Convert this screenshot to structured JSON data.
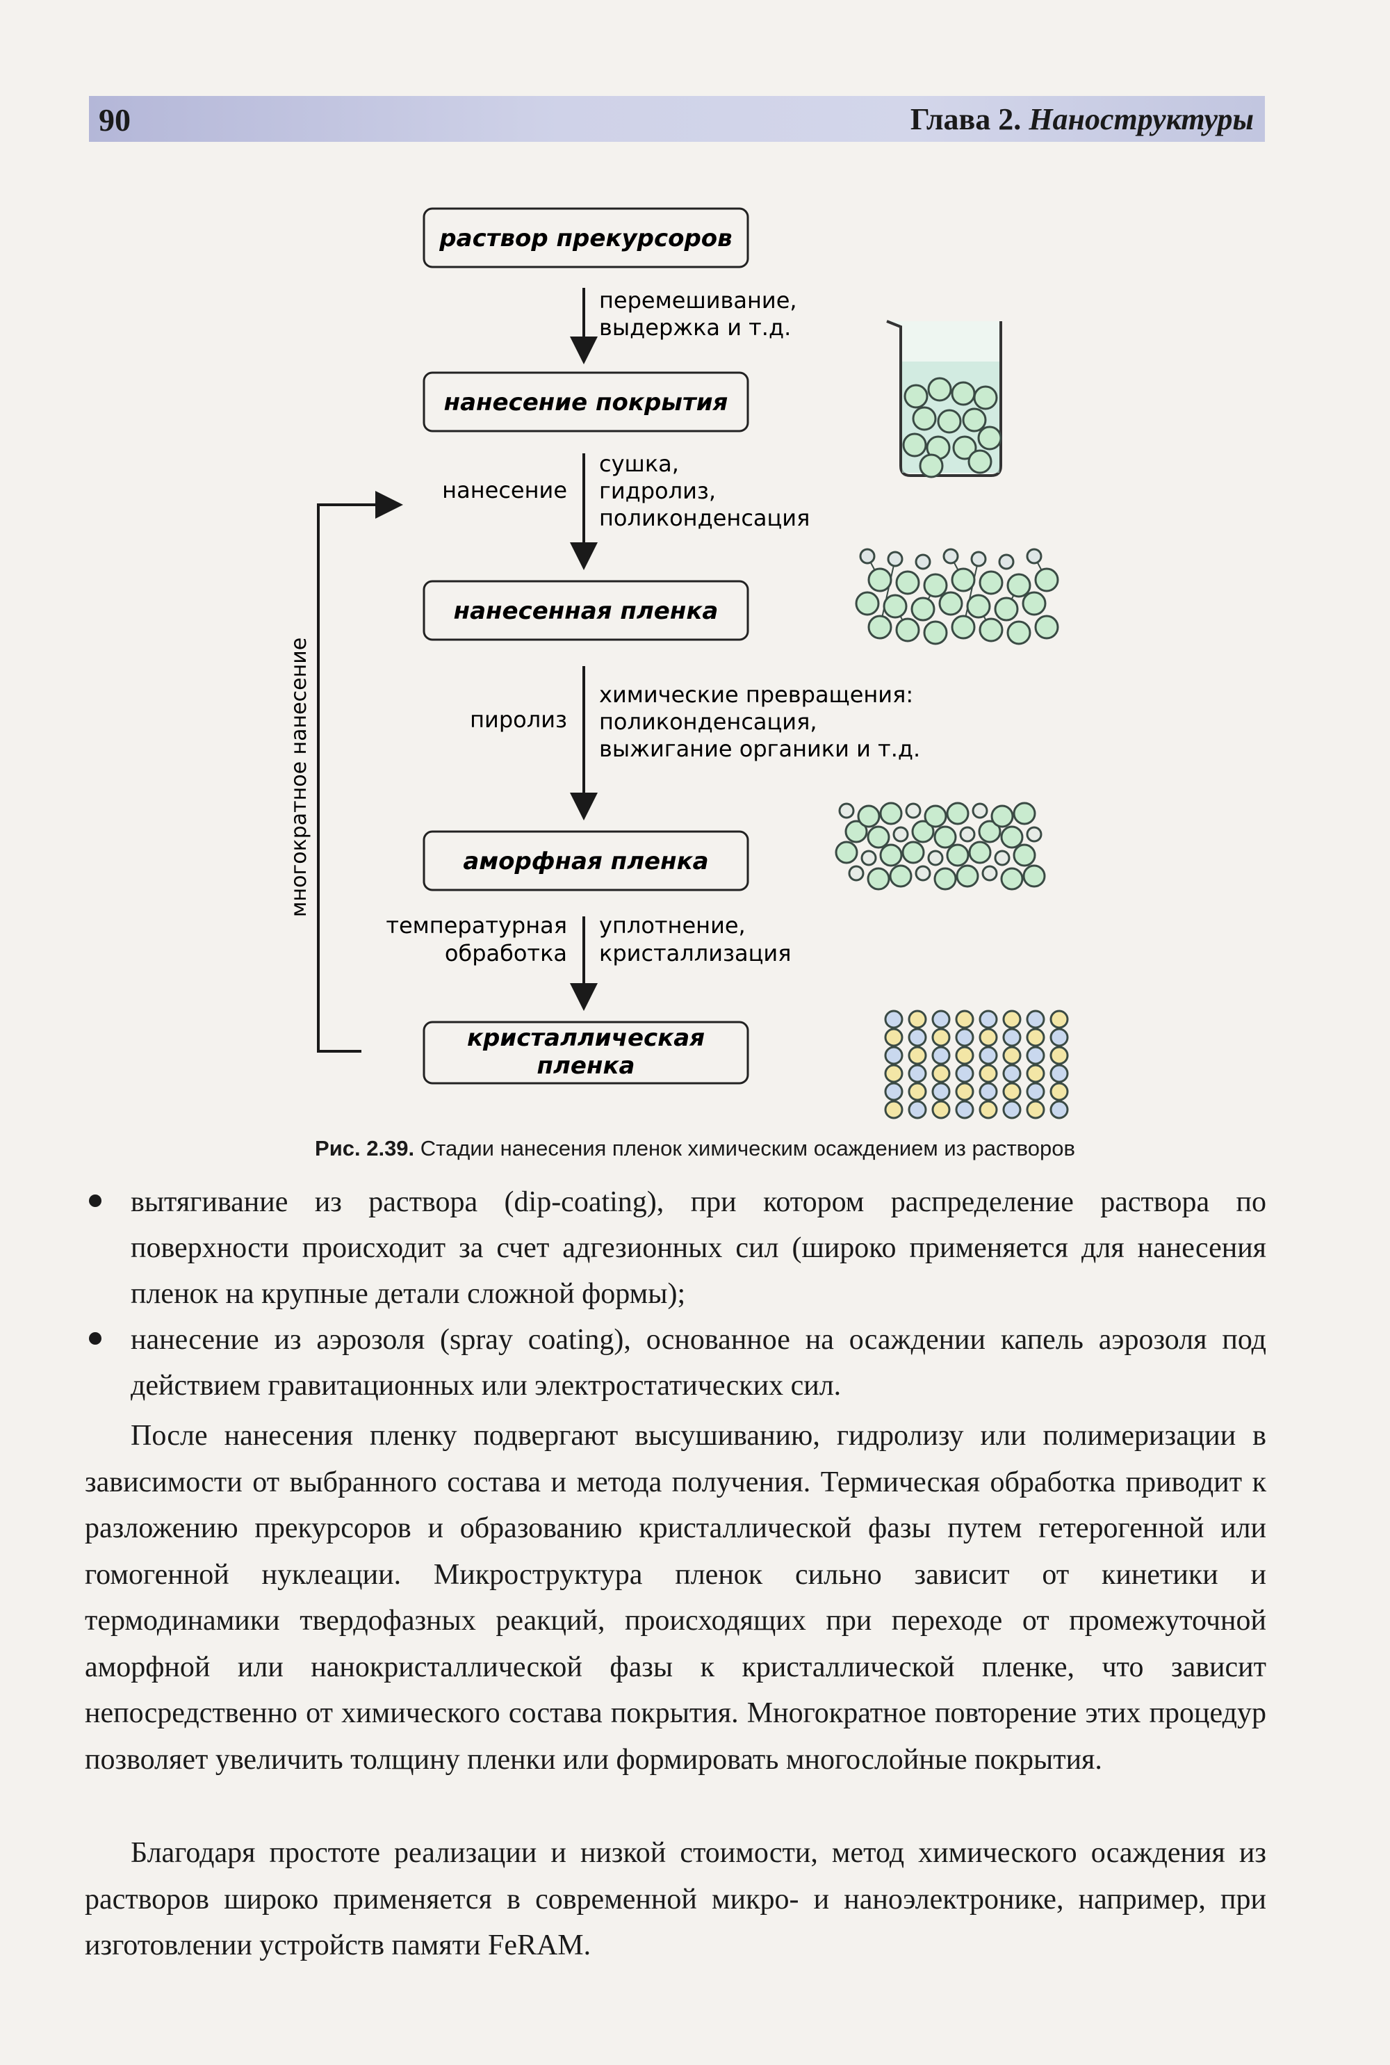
{
  "header": {
    "page_number": "90",
    "chapter_prefix": "Глава 2.",
    "chapter_title": "Наноструктуры"
  },
  "figure": {
    "boxes": [
      "раствор прекурсоров",
      "нанесение покрытия",
      "нанесенная пленка",
      "аморфная пленка",
      "кристаллическая",
      "пленка"
    ],
    "step1_right": [
      "перемешивание,",
      "выдержка и т.д."
    ],
    "step2_left": "нанесение",
    "step2_right": [
      "сушка,",
      "гидролиз,",
      "поликонденсация"
    ],
    "step3_left": "пиролиз",
    "step3_right": [
      "химические превращения:",
      "поликонденсация,",
      "выжигание органики и т.д."
    ],
    "step4_left": [
      "температурная",
      "обработка"
    ],
    "step4_right": [
      "уплотнение,",
      "кристаллизация"
    ],
    "loop_label": "многократное нанесение",
    "colors": {
      "particle_fill": "#c9ebcf",
      "particle_stroke": "#3a4a44",
      "lattice_blue": "#c9d8ee",
      "lattice_yellow": "#f3e6a6"
    }
  },
  "caption": {
    "label": "Рис. 2.39.",
    "text": "Стадии нанесения пленок химическим осаждением из растворов"
  },
  "bullets": [
    "вытягивание из раствора (dip-coating), при котором распределение раствора по поверхности происходит за счет адгезионных сил (широко применяется для нанесения пленок на крупные детали сложной формы);",
    "нанесение из аэрозоля (spray coating), основанное на осаждении капель аэрозоля под действием гравитационных или электростатических сил."
  ],
  "paragraphs": [
    "После нанесения пленку подвергают высушиванию, гидролизу или полимеризации в зависимости от выбранного состава и метода получения. Термическая обработка приводит к разложению прекурсоров и образованию кристаллической фазы путем гетерогенной или гомогенной нуклеации. Микроструктура пленок сильно зависит от кинетики и термодинамики твердофазных реакций, происходящих при переходе от промежуточной аморфной или нанокристаллической фазы к кристаллической пленке, что зависит непосредственно от химического состава покрытия. Многократное повторение этих процедур позволяет увеличить толщину пленки или формировать многослойные покрытия.",
    "Благодаря простоте реализации и низкой стоимости, метод химического осаждения из растворов широко применяется в современной микро- и наноэлектронике, например, при изготовлении устройств памяти FeRAM."
  ]
}
